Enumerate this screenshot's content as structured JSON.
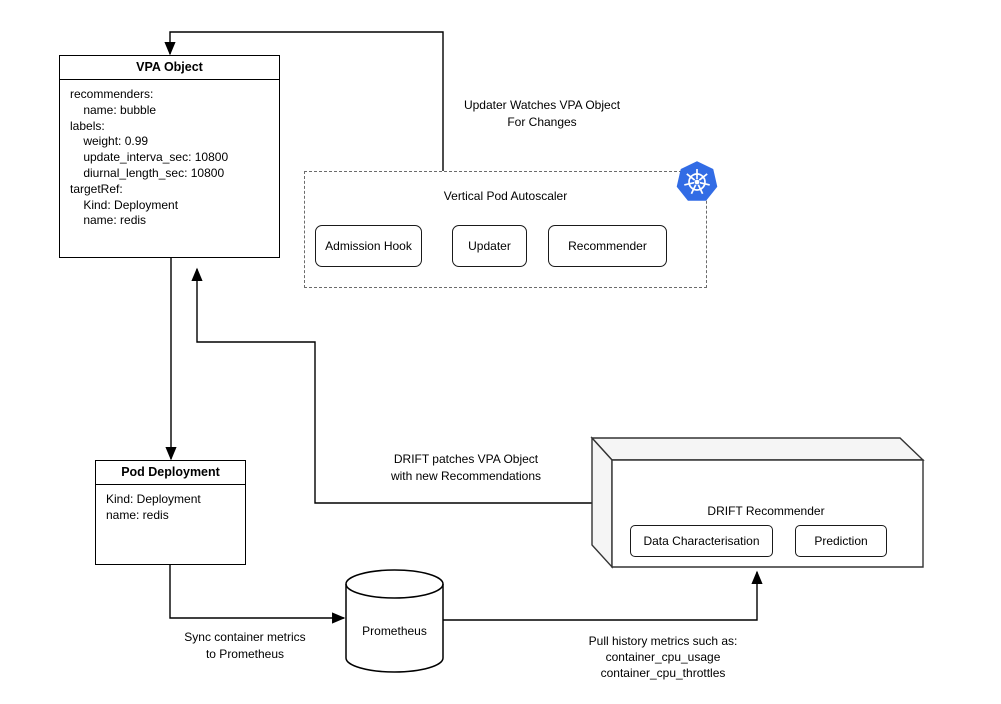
{
  "vpa_object": {
    "title": "VPA Object",
    "body": [
      "recommenders:",
      "    name: bubble",
      "labels:",
      "    weight: 0.99",
      "    update_interva_sec: 10800",
      "    diurnal_length_sec: 10800",
      "targetRef:",
      "    Kind: Deployment",
      "    name: redis"
    ]
  },
  "vpa_group": {
    "title": "Vertical Pod Autoscaler",
    "components": [
      {
        "label": "Admission Hook"
      },
      {
        "label": "Updater"
      },
      {
        "label": "Recommender"
      }
    ]
  },
  "pod_deployment": {
    "title": "Pod Deployment",
    "body": [
      "Kind: Deployment",
      "name: redis"
    ]
  },
  "drift_recommender": {
    "title": "DRIFT Recommender",
    "components": [
      {
        "label": "Data Characterisation"
      },
      {
        "label": "Prediction"
      }
    ]
  },
  "prometheus": {
    "label": "Prometheus"
  },
  "annotations": {
    "updater_watches": "Updater Watches VPA Object\nFor Changes",
    "drift_patches": "DRIFT patches VPA Object\nwith new Recommendations",
    "sync_metrics": "Sync container metrics\nto Prometheus",
    "pull_history": "Pull history metrics such as:\ncontainer_cpu_usage\ncontainer_cpu_throttles"
  },
  "icons": {
    "kubernetes": "kubernetes-logo"
  },
  "colors": {
    "kubernetes_blue": "#326CE5",
    "line": "#000000",
    "dashed_border": "#6b6b6b",
    "cube_shade": "#f5f5f5"
  }
}
